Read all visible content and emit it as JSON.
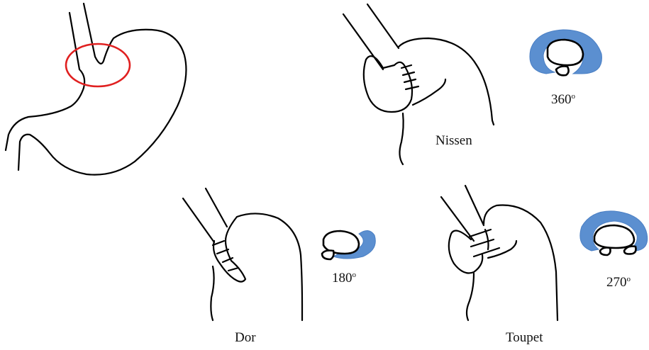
{
  "procedures": [
    {
      "name": "Nissen",
      "angle": "360"
    },
    {
      "name": "Dor",
      "angle": "180"
    },
    {
      "name": "Toupet",
      "angle": "270"
    }
  ],
  "angle_unit_symbol": "o",
  "colors": {
    "outline": "#000000",
    "highlight_circle": "#e02020",
    "wrap_fill": "#5b8fd0"
  }
}
